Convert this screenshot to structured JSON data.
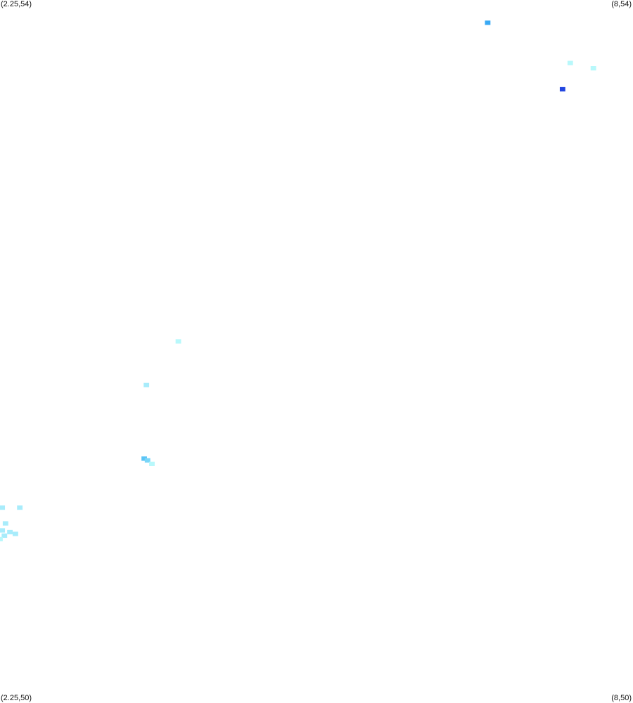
{
  "chart_data": {
    "type": "heatmap",
    "title": "",
    "xlabel": "",
    "ylabel": "",
    "xlim": [
      2.25,
      8
    ],
    "ylim": [
      50,
      54
    ],
    "grid": false,
    "legend": "none",
    "corner_labels": {
      "top_left": "(2.25,54)",
      "top_right": "(8,54)",
      "bottom_left": "(2.25,50)",
      "bottom_right": "(8,50)"
    },
    "cell_size": [
      0.05,
      0.025
    ],
    "cells": [
      {
        "x": 6.68,
        "y": 53.87,
        "color": "#39a9f4"
      },
      {
        "x": 7.43,
        "y": 53.64,
        "color": "#b8f8fb"
      },
      {
        "x": 7.64,
        "y": 53.61,
        "color": "#b8f8fb"
      },
      {
        "x": 7.36,
        "y": 53.49,
        "color": "#2246e0"
      },
      {
        "x": 3.87,
        "y": 52.05,
        "color": "#b8f8fb"
      },
      {
        "x": 3.58,
        "y": 51.8,
        "color": "#a8ecfb"
      },
      {
        "x": 3.56,
        "y": 51.38,
        "color": "#5bc4f6"
      },
      {
        "x": 3.59,
        "y": 51.37,
        "color": "#79d6f8"
      },
      {
        "x": 3.63,
        "y": 51.35,
        "color": "#b8f8fb"
      },
      {
        "x": 2.27,
        "y": 51.1,
        "color": "#a8ecfb"
      },
      {
        "x": 2.43,
        "y": 51.1,
        "color": "#a8ecfb"
      },
      {
        "x": 2.3,
        "y": 51.01,
        "color": "#a8ecfb"
      },
      {
        "x": 2.27,
        "y": 50.97,
        "color": "#a8ecfb"
      },
      {
        "x": 2.34,
        "y": 50.96,
        "color": "#a8ecfb"
      },
      {
        "x": 2.39,
        "y": 50.95,
        "color": "#a8ecfb"
      },
      {
        "x": 2.29,
        "y": 50.94,
        "color": "#a8ecfb"
      },
      {
        "x": 2.25,
        "y": 50.92,
        "color": "#b8f8fb"
      }
    ]
  }
}
